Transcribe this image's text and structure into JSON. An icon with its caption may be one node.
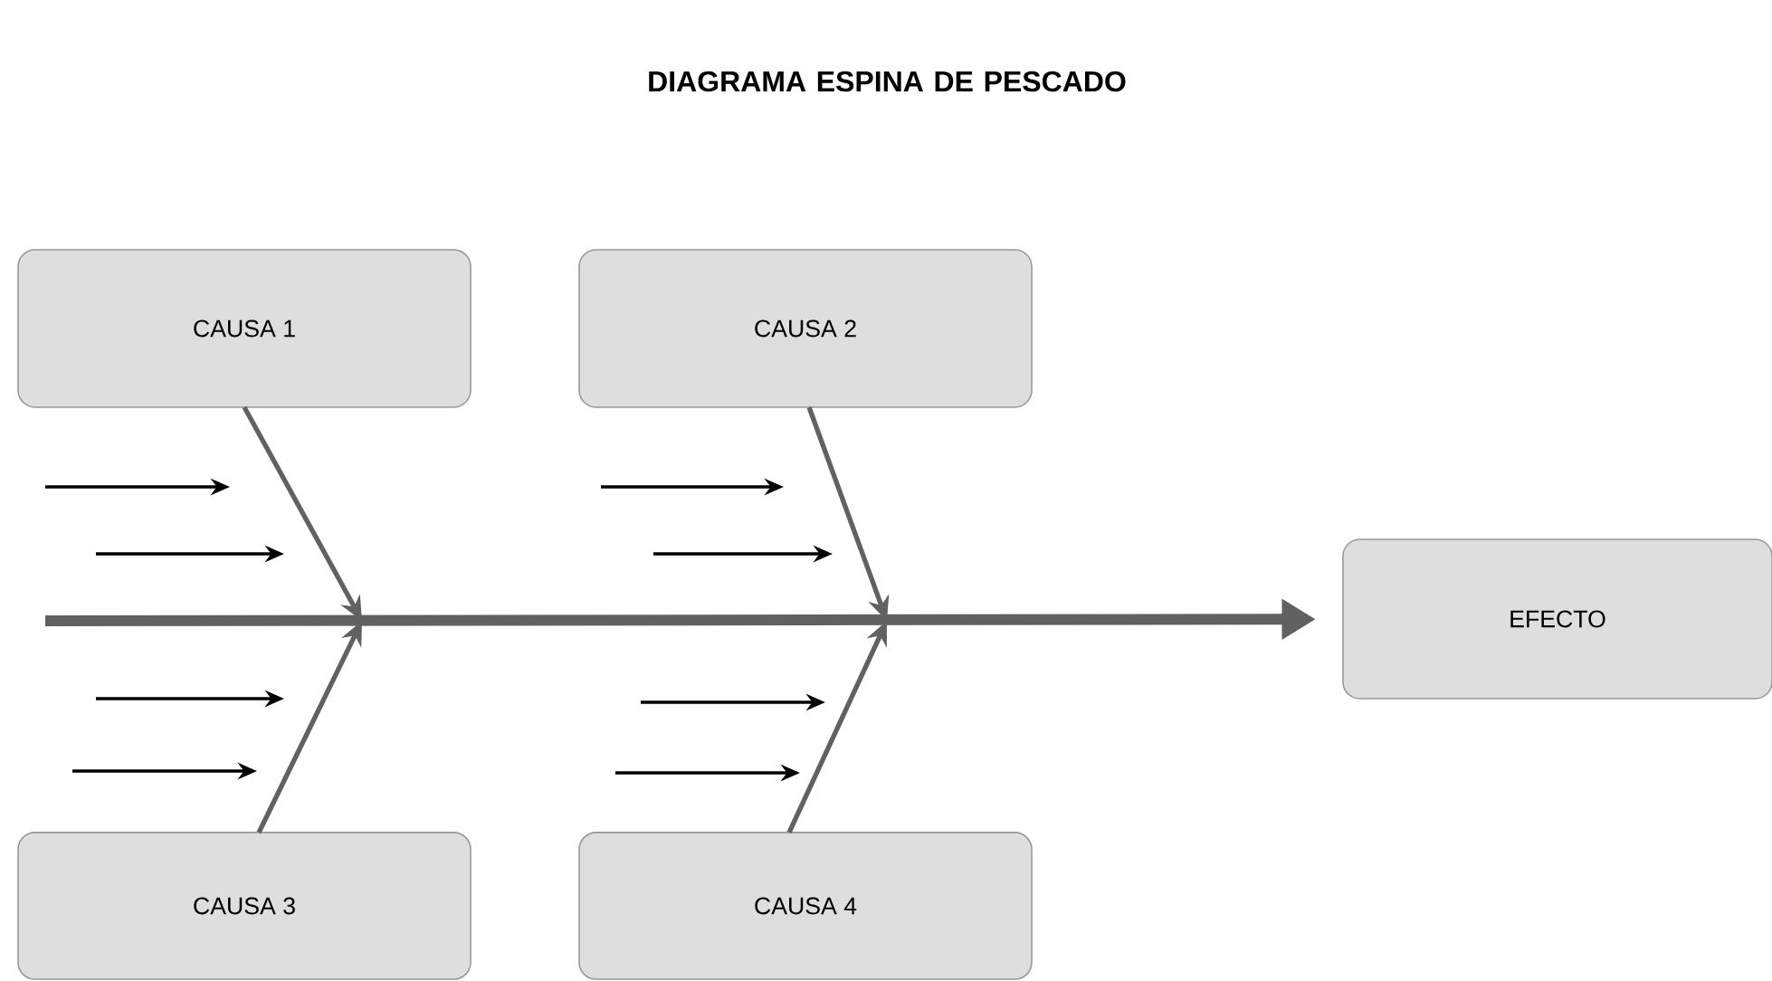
{
  "diagram": {
    "title": "DIAGRAMA ESPINA DE PESCADO",
    "nodes": [
      {
        "text": [
          "CAUSA 1"
        ]
      },
      {
        "text": [
          "CAUSA 2"
        ]
      },
      {
        "text": [
          "CAUSA 3"
        ]
      },
      {
        "text": [
          "CAUSA 4"
        ]
      },
      {
        "text": [
          "EFECTO"
        ]
      }
    ],
    "edges": [
      {
        "from": null,
        "to": 4,
        "arrow": "to",
        "style": "thick"
      },
      {
        "from": 0,
        "to": null,
        "arrow": "to"
      },
      {
        "from": 1,
        "to": null,
        "arrow": "to"
      },
      {
        "from": 2,
        "to": null,
        "arrow": "to"
      },
      {
        "from": 3,
        "to": null,
        "arrow": "to"
      }
    ]
  }
}
